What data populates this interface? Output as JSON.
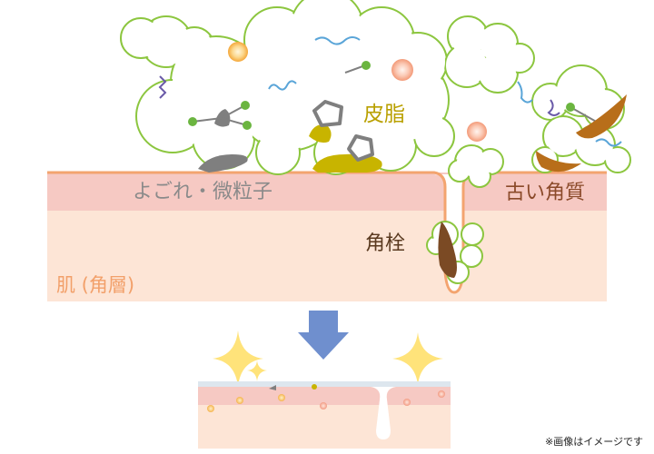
{
  "labels": {
    "dirt": "よごれ・微粒子",
    "sebum": "皮脂",
    "old_keratin": "古い角質",
    "keratin_plug": "角栓",
    "skin": "肌 (角層)"
  },
  "note": "※画像はイメージです",
  "colors": {
    "skin_top_band": "#f6c9c3",
    "skin_body": "#fde5d6",
    "skin_edge": "#f3a46f",
    "cloud_outline": "#8cc63f",
    "sebum": "#c8b400",
    "dirt": "#7f7f7f",
    "old_keratin": "#b86e1a",
    "plug": "#7b4a24",
    "arrow": "#6f8fce",
    "sparkle": "#ffe37a"
  }
}
